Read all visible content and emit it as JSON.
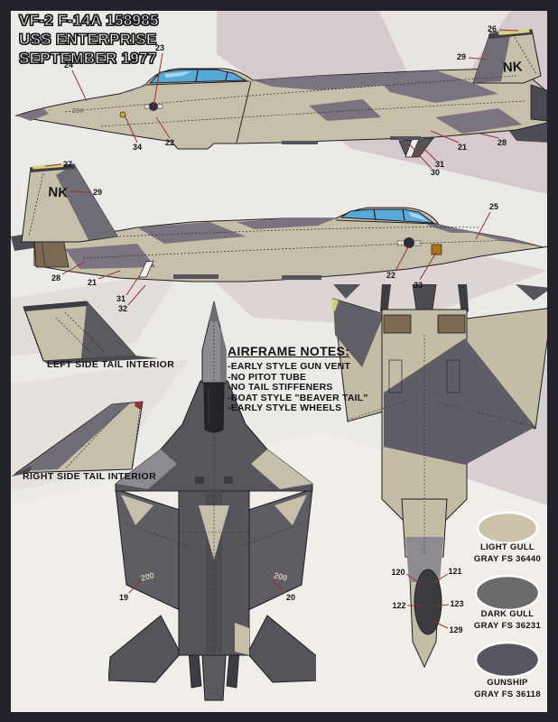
{
  "title": {
    "lines": [
      "VF-2 F-14A 158985",
      "USS ENTERPRISE",
      "SEPTEMBER 1977"
    ]
  },
  "markings": {
    "tail_code": "NK",
    "modex": "200"
  },
  "tail_labels": {
    "left": "LEFT SIDE TAIL INTERIOR",
    "right": "RIGHT SIDE TAIL INTERIOR"
  },
  "airframe_notes": {
    "title": "AIRFRAME NOTES:",
    "items": [
      "-EARLY STYLE GUN VENT",
      "-NO PITOT TUBE",
      "-NO TAIL STIFFENERS",
      "-BOAT STYLE \"BEAVER TAIL\"",
      "-EARLY STYLE WHEELS"
    ]
  },
  "callouts": {
    "top_profile": [
      "24",
      "23",
      "26",
      "29",
      "34",
      "22",
      "21",
      "28",
      "31",
      "30"
    ],
    "side_profile": [
      "27",
      "29",
      "28",
      "21",
      "31",
      "32",
      "25",
      "22",
      "33"
    ],
    "top_view": [
      "19",
      "20"
    ],
    "bottom_view": [
      "120",
      "121",
      "122",
      "123",
      "129"
    ]
  },
  "color_chips": [
    {
      "name": "LIGHT GULL",
      "code": "GRAY FS 36440",
      "hex": "#cbc2aa"
    },
    {
      "name": "DARK GULL",
      "code": "GRAY FS 36231",
      "hex": "#6b6a6d"
    },
    {
      "name": "GUNSHIP",
      "code": "GRAY FS 36118",
      "hex": "#56575e"
    }
  ],
  "palette": {
    "page": "#eceae6",
    "frame": "#22222a",
    "light_gull": "#c6bfa9",
    "dark_gull": "#7b7480",
    "gunship": "#56555c",
    "leader_line": "#9e2f2f",
    "canopy_blue": "#58a8d8"
  }
}
